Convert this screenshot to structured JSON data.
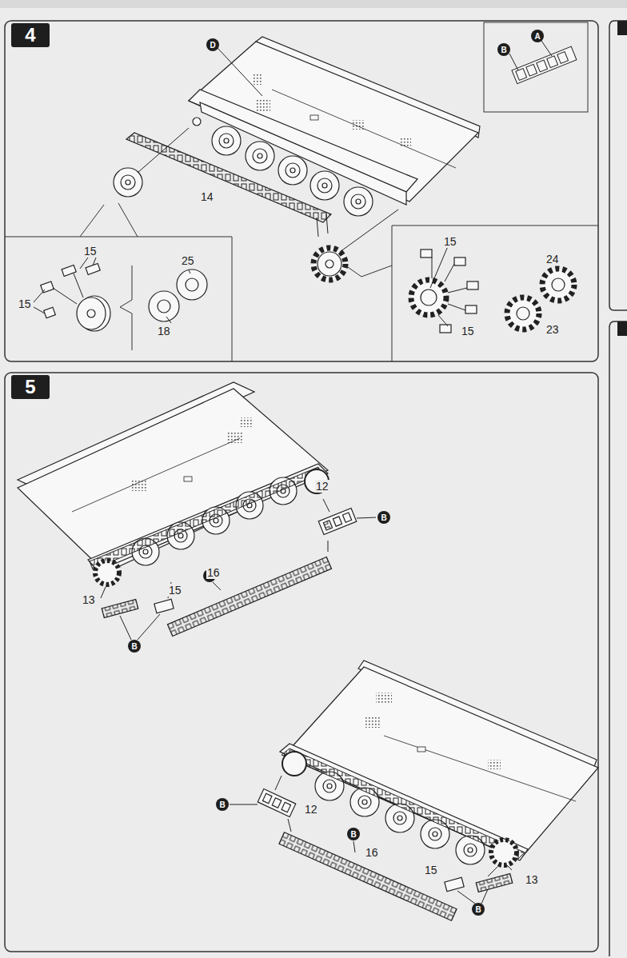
{
  "diagram": {
    "nodes": [
      {
        "text": [
          "4"
        ]
      },
      {
        "text": [
          "5"
        ]
      },
      {
        "text": [
          "D"
        ]
      },
      {
        "text": [
          "B"
        ]
      },
      {
        "text": [
          "A"
        ]
      },
      {
        "text": [
          "B"
        ]
      },
      {
        "text": [
          "B"
        ]
      },
      {
        "text": [
          "B"
        ]
      },
      {
        "text": [
          "B"
        ]
      },
      {
        "text": [
          "B"
        ]
      },
      {
        "text": [
          "B"
        ]
      }
    ],
    "labels": [
      "14",
      "15",
      "15",
      "25",
      "18",
      "15",
      "15",
      "24",
      "23",
      "12",
      "16",
      "15",
      "13",
      "12",
      "16",
      "15",
      "13"
    ]
  }
}
